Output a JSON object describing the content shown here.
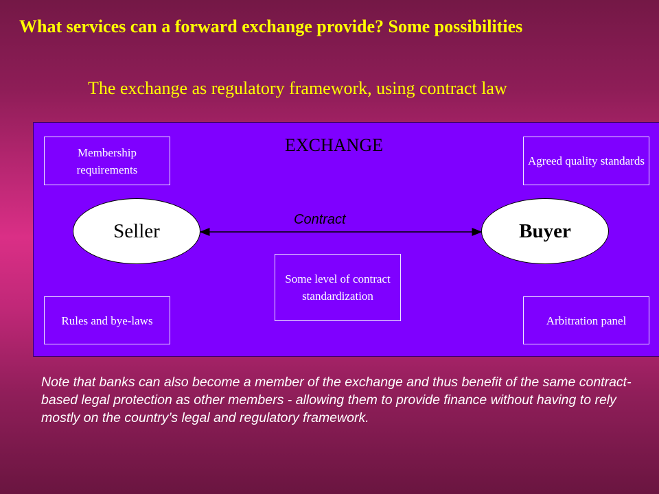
{
  "slide": {
    "title": "What services can a forward exchange provide?  Some possibilities",
    "subtitle": "The exchange as regulatory framework, using contract law"
  },
  "diagram": {
    "exchange_label": "EXCHANGE",
    "boxes": {
      "membership": "Membership requirements",
      "quality": "Agreed quality standards",
      "standardization": "Some level of contract standardization",
      "rules": "Rules and bye-laws",
      "arbitration": "Arbitration panel"
    },
    "parties": {
      "seller": "Seller",
      "buyer": "Buyer"
    },
    "contract_label": "Contract"
  },
  "note": "Note that banks can also become a member of the exchange and thus benefit of the same contract-based legal protection as other members - allowing them to provide finance without having to rely mostly on the country’s legal and regulatory framework.",
  "colors": {
    "title": "#ffff00",
    "panel": "#7f00ff",
    "background_mid": "#da2f86"
  }
}
